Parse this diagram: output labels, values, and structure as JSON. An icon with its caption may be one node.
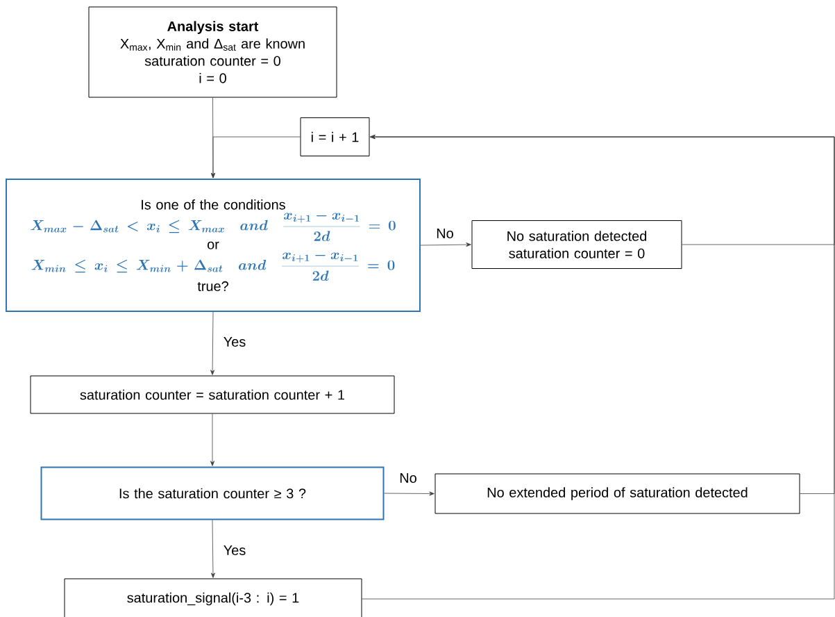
{
  "diagram": {
    "nodes": [
      {
        "text": [
          "Analysis start",
          "X$_{max}$, X$_{min}$ and Δ$_{sat}$ are known",
          "saturation counter = 0",
          "i = 0"
        ]
      },
      {
        "text": [
          "i = i + 1"
        ]
      },
      {
        "text": [
          "Is one of the conditions",
          "X_{max}-\\Delta_{sat}< x_i\\leq X_{max}\\;\\; and\\;\\; \\frac{x_{i+1}-x_{i-1}}{2d}=0",
          "or",
          "X_{min}\\leq x_i\\leq X_{min}+\\Delta_{sat}\\;\\; and\\;\\; \\frac{x_{i+1}-x_{i-1}}{2d}=0",
          "true?"
        ]
      },
      {
        "text": [
          "No saturation detected",
          "saturation counter = 0"
        ]
      },
      {
        "text": [
          "saturation counter = saturation counter + 1"
        ]
      },
      {
        "text": [
          "Is the saturation counter ≥ 3 ?"
        ]
      },
      {
        "text": [
          "No extended period of saturation detected"
        ]
      },
      {
        "text": [
          "saturation_signal(i-3 : i) = 1"
        ]
      }
    ],
    "edges": [
      {
        "from": 0,
        "to": 2,
        "arrow": "to"
      },
      {
        "from": 1,
        "to": 2,
        "arrow": "to"
      },
      {
        "from": 2,
        "to": 3,
        "arrow": "to",
        "label": "No"
      },
      {
        "from": 2,
        "to": 4,
        "arrow": "to",
        "label": "Yes"
      },
      {
        "from": 4,
        "to": 5,
        "arrow": "to"
      },
      {
        "from": 5,
        "to": 6,
        "arrow": "to",
        "label": "No"
      },
      {
        "from": 5,
        "to": 7,
        "arrow": "to",
        "label": "Yes"
      },
      {
        "from": 3,
        "to": 1,
        "arrow": "to"
      },
      {
        "from": 6,
        "to": 1,
        "arrow": "to"
      },
      {
        "from": 7,
        "to": 1,
        "arrow": "to"
      }
    ]
  }
}
